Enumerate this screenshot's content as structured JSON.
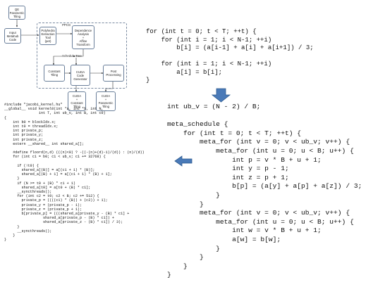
{
  "diagram": {
    "nodes": {
      "qe": "QE\nParametric\nTiling",
      "input": "Input\nMetahub\nCode",
      "polyhedra": "Polyhedra\nExtraction\nTool\n(pet)",
      "dependence": "Dependence\nAnalysis\n+\nAffine\nTransform",
      "constant": "Constant\nTiling",
      "cuda_gen": "CUDA\nCode\nGenerator",
      "post": "Post\nProcessing",
      "cuda_const": "CUDA\n+\nConstant\nTiling",
      "cuda_param": "CUDA\n+\nParametric\nTiling"
    },
    "labels": {
      "ppcg": "PPCG",
      "schedule_tree": "Schedule Tree"
    }
  },
  "code": {
    "left": [
      "#include \"jacobi_kernel.hu\"",
      "__global__ void kernel0(int *a, int *b, int N,",
      "                int T, int ub_v, int B, int c0)",
      "{",
      "    int b0 = blockIdx.x;",
      "    int t0 = threadIdx.x;",
      "    int private_p;",
      "    int private_y;",
      "    int private_z;",
      "    extern __shared__ int shared_a[];",
      "",
      "    #define floord(n,d) (((n)<0) ? -((-(n)+(d)-1)/(d)) : (n)/(d))",
      "    for (int c1 = b0; c1 < ub_v; c1 += 32768) {",
      "",
      "      if (!t0) {",
      "        shared_a[(B)] = a[(c1 + 1) * (B)];",
      "        shared_a[(B) + 1] = a[(c1 + 1) * (B) + 1];",
      "      }",
      "      if (N >= t0 + (B) * c1 + 1)",
      "        shared_a[t0] = a[t0 + (B) * c1];",
      "      __syncthreads();",
      "      for (int c2 = t0; c2 < B; c2 += 512) {",
      "        private_p = ((((c1) * (B)) + (c2)) + 1);",
      "        private_y = (private_p - 1);",
      "        private_z = (private_p + 1);",
      "        b[private_p] = (((shared_a[private_y - (B) * c1] +",
      "                  shared_a[private_p - (B) * c1]) +",
      "                  shared_a[private_z - (B) * c1]) / 3);",
      "      }",
      "      __syncthreads();",
      "    }",
      "}"
    ],
    "right_top": [
      "for (int t = 0; t < T; ++t) {",
      "    for (int i = 1; i < N-1; ++i)",
      "        b[i] = (a[i-1] + a[i] + a[i+1]) / 3;",
      "",
      "    for (int i = 1; i < N-1; ++i)",
      "        a[i] = b[i];",
      "}"
    ],
    "right_bottom": [
      "int ub_v = (N - 2) / B;",
      "",
      "meta_schedule {",
      "    for (int t = 0; t < T; ++t) {",
      "        meta_for (int v = 0; v < ub_v; v++) {",
      "            meta_for (int u = 0; u < B; u++) {",
      "                int p = v * B + u + 1;",
      "                int y = p - 1;",
      "                int z = p + 1;",
      "                b[p] = (a[y] + a[p] + a[z]) / 3;",
      "            }",
      "        }",
      "        meta_for (int v = 0; v < ub_v; v++) {",
      "            meta_for (int u = 0; u < B; u++) {",
      "                int w = v * B + u + 1;",
      "                a[w] = b[w];",
      "            }",
      "        }",
      "    }",
      "}"
    ]
  },
  "colors": {
    "arrow": "#4a7ab8",
    "arrow_edge": "#2d5a8e",
    "box_border": "#6a7f9a"
  }
}
